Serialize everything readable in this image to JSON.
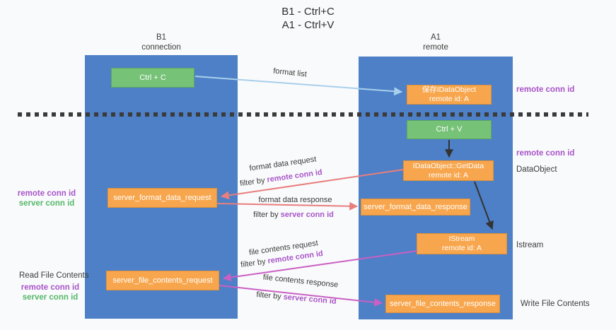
{
  "title": {
    "line1": "B1 - Ctrl+C",
    "line2": "A1 - Ctrl+V"
  },
  "lanes": {
    "left": {
      "name": "B1",
      "role": "connection"
    },
    "right": {
      "name": "A1",
      "role": "remote"
    }
  },
  "nodes": {
    "ctrl_c": {
      "label": "Ctrl + C"
    },
    "ctrl_v": {
      "label": "Ctrl + V"
    },
    "save_idataobject": {
      "line1": "保存IDataObject",
      "line2": "remote id: A"
    },
    "idataobject_getdata": {
      "line1": "IDataObject::GetData",
      "line2": "remote id: A"
    },
    "istream": {
      "line1": "IStream",
      "line2": "remote id: A"
    },
    "server_format_data_request": {
      "label": "server_format_data_request"
    },
    "server_format_data_response": {
      "label": "server_format_data_response"
    },
    "server_file_contents_request": {
      "label": "server_file_contents_request"
    },
    "server_file_contents_response": {
      "label": "server_file_contents_response"
    }
  },
  "flows": {
    "format_list": {
      "label": "format list"
    },
    "format_data_request": {
      "label": "format data request",
      "filter_prefix": "filter by",
      "filter_key": "remote conn id"
    },
    "format_data_response": {
      "label": "format data response",
      "filter_prefix": "filter by",
      "filter_key": "server conn id"
    },
    "file_contents_request": {
      "label": "file contents request",
      "filter_prefix": "filter by",
      "filter_key": "remote conn id"
    },
    "file_contents_response": {
      "label": "file contents response",
      "filter_prefix": "filter by",
      "filter_key": "server conn id"
    }
  },
  "side_labels": {
    "remote_conn_id_top": "remote conn id",
    "remote_conn_id_mid": "remote conn id",
    "dataobject": "DataObject",
    "istream": "Istream",
    "write_file_contents": "Write File Contents",
    "read_file_contents": "Read File Contents",
    "left_group1": {
      "purple": "remote conn id",
      "green": "server conn id"
    },
    "left_group2": {
      "purple": "remote conn id",
      "green": "server conn id"
    }
  },
  "colors": {
    "lane_blue": "#4d80c6",
    "box_orange": "#f8a64d",
    "box_green": "#76c277",
    "purple_text": "#a855c8",
    "green_text": "#55b86a",
    "salmon_arrow": "#e87e7e",
    "magenta_arrow": "#ca5fc4",
    "light_blue_arrow": "#a8cfec",
    "black_arrow": "#333333"
  }
}
